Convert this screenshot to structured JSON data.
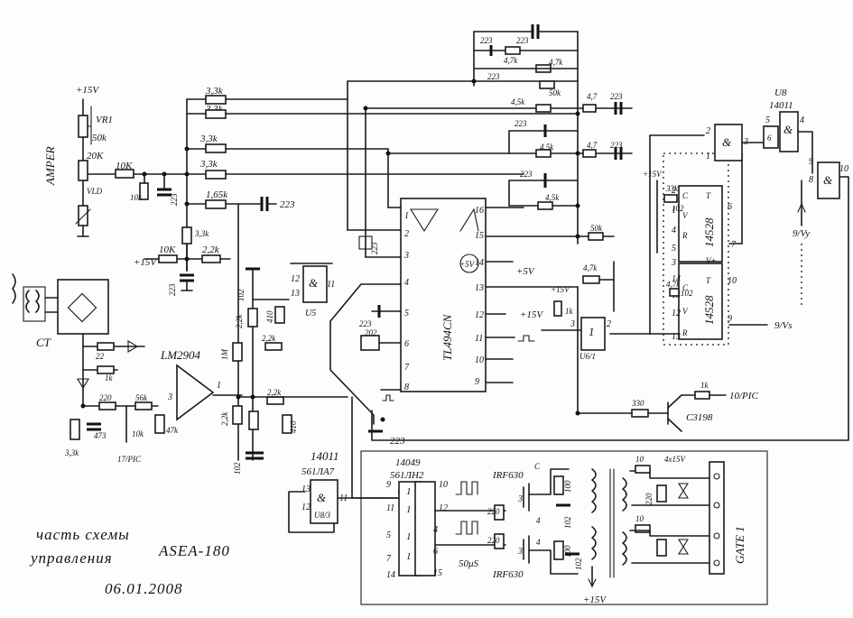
{
  "title": {
    "line1": "часть схемы",
    "line2": "управления",
    "model": "ASEA-180",
    "date": "06.01.2008"
  },
  "labels": {
    "amper": "AMPER",
    "ct": "CT",
    "vr1": "VR1",
    "v15": "+15V",
    "v15b": "+15V",
    "v15c": "+15V",
    "v15d": "+15V",
    "v15e": "+15V",
    "v5": "+5V",
    "v5c": "+5V",
    "lm": "LM2904",
    "tl": "TL494CN",
    "c3198": "C3198",
    "ic1": "14011",
    "ic1b": "561ЛА7",
    "ic2": "14049",
    "ic2b": "561ЛН2",
    "ic3": "14011",
    "u8": "U8",
    "ic4": "14528",
    "ic5": "14528",
    "irf1": "IRF630",
    "irf2": "IRF630",
    "gate": "GATE 1",
    "pic10": "10/PIC",
    "pic17": "17/PIC",
    "vy": "9/Vy",
    "vs": "9/Vs",
    "us": "U5",
    "u61": "U6/1",
    "u6": "U6",
    "u83": "U8/3",
    "r50k": "50k",
    "r20k": "20K",
    "vld": "VLD",
    "r10k": "10K",
    "r10kb": "10k",
    "r10kc": "10K",
    "r10kd": "10k",
    "r33k": "3,3k",
    "r33kb": "3,3k",
    "r33kc": "3,3k",
    "r33kd": "3,3k",
    "r33ke": "3,3k",
    "r33kf": "3,3k",
    "r165": "1,65k",
    "r22k": "2,2k",
    "r22kb": "2,2k",
    "r22kc": "2,2k",
    "r22kd": "2,2k",
    "r22ke": "2,2k",
    "c223": "223",
    "c223b": "223",
    "c223c": "223",
    "c223d": "223",
    "c223e": "223",
    "c223f": "223",
    "c223g": "223",
    "c223h": "223",
    "c223i": "223",
    "c223j": "223",
    "r47k": "4,7k",
    "r47kb": "4,7k",
    "r47kc": "4,7",
    "r47kd": "4,7",
    "r47ke": "4,7k",
    "r47kf": "4,7k",
    "r45k": "4,5k",
    "r45kb": "4,5k",
    "r45kc": "4,5k",
    "r50kb": "50k",
    "r50kc": "50k",
    "r1k": "1k",
    "r1kb": "1k",
    "r1kc": "1k",
    "c102": "102",
    "c102b": "102",
    "c102c": "102",
    "c102d": "102",
    "c102e": "102",
    "c102f": "102",
    "r220": "220",
    "r220b": "220",
    "r220c": "220",
    "r56k": "56k",
    "r47kg": "47k",
    "r473": "473",
    "r33": "3,3k",
    "r22": "22",
    "r330": "330",
    "r10": "10",
    "r10b": "10",
    "r33kv": "33k",
    "p202": "202",
    "r1m": "1M",
    "d410": "410",
    "d410b": "410",
    "c100": "100",
    "c100b": "100",
    "d4x15": "4x15V",
    "t50": "50",
    "p1": "1",
    "p2": "2",
    "p3": "3",
    "p4": "4",
    "p5": "5",
    "p6": "6",
    "p7": "7",
    "p8": "8",
    "p9": "9",
    "p10": "10",
    "p11": "11",
    "p12": "12",
    "p13": "13",
    "p14": "14",
    "p15": "15",
    "p16": "16",
    "c": "C",
    "r": "R",
    "v": "V",
    "t": "T",
    "vplus": "V+",
    "and": "&",
    "one": "1",
    "pulse": "50μS",
    "v15g": "+15V"
  }
}
